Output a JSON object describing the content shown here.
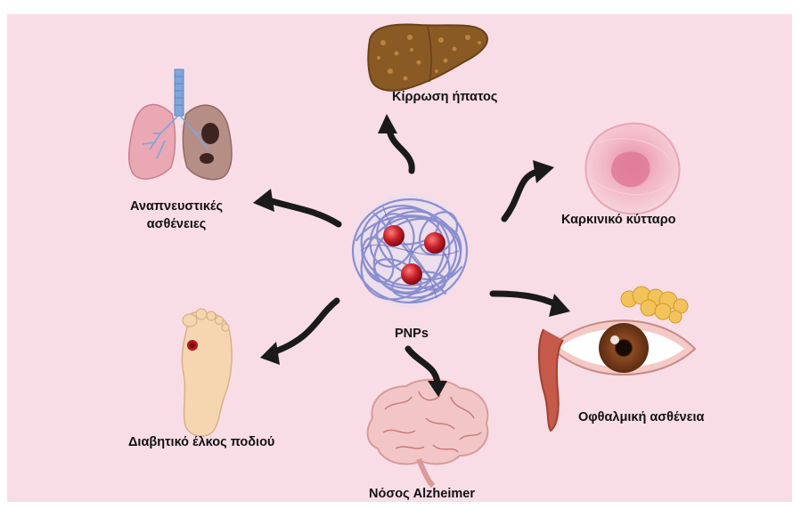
{
  "center": {
    "label": "PNPs"
  },
  "diseases": {
    "liver": "Κίρρωση ήπατος",
    "lungs_line1": "Αναπνευστικές",
    "lungs_line2": "ασθένειες",
    "cancer": "Καρκινικό κύτταρο",
    "foot": "Διαβητικό έλκος ποδιού",
    "brain": "Νόσος Alzheimer",
    "eye": "Οφθαλμική ασθένεια"
  },
  "colors": {
    "background": "#f8dde6",
    "nanoparticle_strands": "#8a8fd0",
    "drug_particles": "#c8202a",
    "arrows": "#1a1a1a",
    "liver": "#8a5a24",
    "lungs": "#e9a8b4",
    "trachea": "#7fa6d8",
    "cancer_cell": "#f2b8c6",
    "skin": "#f5d6b0",
    "ulcer": "#b3121c",
    "brain": "#f2c6c6",
    "iris": "#6b3a1e",
    "lacrimal_gland": "#f2c35a"
  }
}
